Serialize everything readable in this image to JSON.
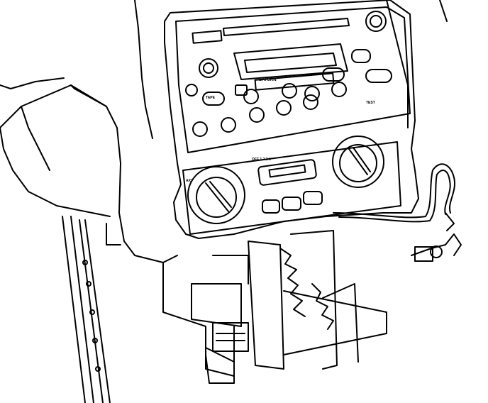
{
  "diagram": {
    "colors": {
      "ink": "#000000",
      "paper": "#ffffff"
    },
    "labels": {
      "model_text": "SATURN",
      "bottom_right_label": "TEST",
      "fan_speed_scale": "OFF 1 2 3 4",
      "left_dial_mark": "A/C",
      "pill_button": "TAPE"
    },
    "icons": {
      "fan_speed_knob": "left-rotary-knob-icon",
      "temperature_knob": "right-rotary-knob-icon",
      "mode_slider": "air-mode-slider-icon",
      "recirc_button": "recirculation-icon",
      "rear_defrost_button": "defrost-icon"
    }
  }
}
